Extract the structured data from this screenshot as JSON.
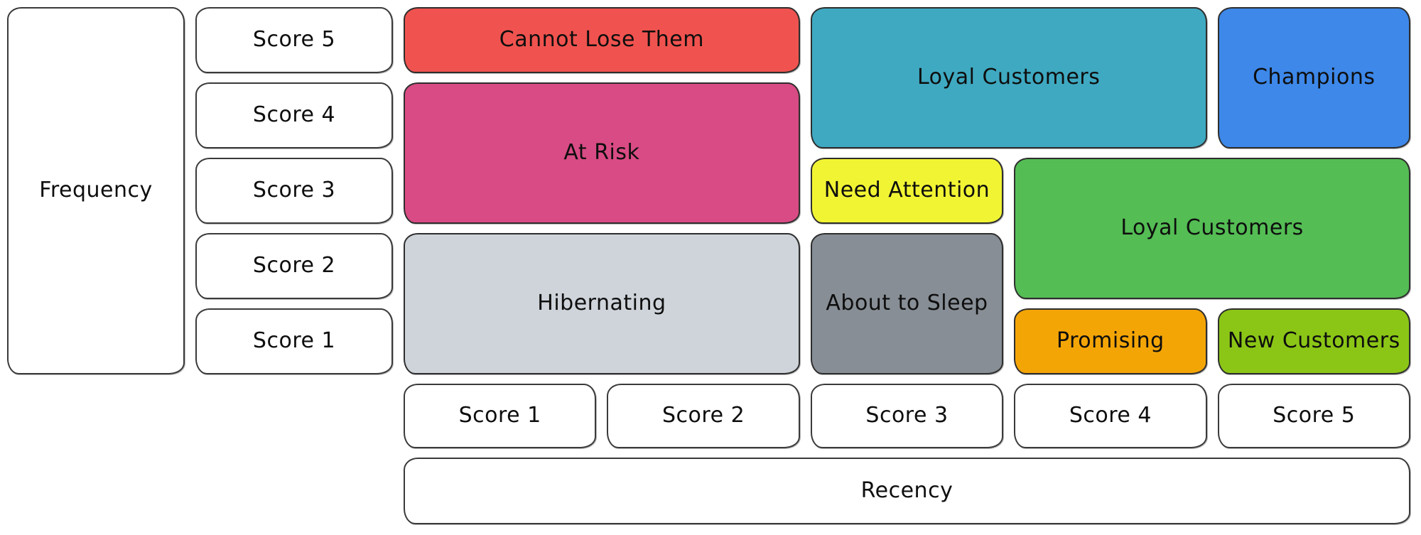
{
  "y_axis": {
    "label": "Frequency",
    "scores": [
      "Score 5",
      "Score 4",
      "Score 3",
      "Score 2",
      "Score 1"
    ]
  },
  "x_axis": {
    "label": "Recency",
    "scores": [
      "Score 1",
      "Score 2",
      "Score 3",
      "Score 4",
      "Score 5"
    ]
  },
  "segments": [
    {
      "label": "Cannot Lose Them",
      "color": "#f0534f",
      "recency": [
        1,
        2
      ],
      "frequency": [
        5,
        5
      ]
    },
    {
      "label": "At Risk",
      "color": "#d94b84",
      "recency": [
        1,
        2
      ],
      "frequency": [
        3,
        4
      ]
    },
    {
      "label": "Hibernating",
      "color": "#ced4da",
      "recency": [
        1,
        2
      ],
      "frequency": [
        1,
        2
      ]
    },
    {
      "label": "Loyal Customers",
      "color": "#3fa9c1",
      "recency": [
        3,
        4
      ],
      "frequency": [
        4,
        5
      ]
    },
    {
      "label": "Champions",
      "color": "#3d88e9",
      "recency": [
        5,
        5
      ],
      "frequency": [
        4,
        5
      ]
    },
    {
      "label": "Need Attention",
      "color": "#f1f433",
      "recency": [
        3,
        3
      ],
      "frequency": [
        3,
        3
      ]
    },
    {
      "label": "Loyal Customers",
      "color": "#54bd54",
      "recency": [
        4,
        5
      ],
      "frequency": [
        2,
        3
      ]
    },
    {
      "label": "About to Sleep",
      "color": "#878e95",
      "recency": [
        3,
        3
      ],
      "frequency": [
        1,
        2
      ]
    },
    {
      "label": "Promising",
      "color": "#f4a506",
      "recency": [
        4,
        4
      ],
      "frequency": [
        1,
        1
      ]
    },
    {
      "label": "New Customers",
      "color": "#8bc616",
      "recency": [
        5,
        5
      ],
      "frequency": [
        1,
        1
      ]
    }
  ],
  "style": {
    "border_color": "#2e2e2e",
    "text_color": "#0e0e0e",
    "background": "#ffffff"
  }
}
